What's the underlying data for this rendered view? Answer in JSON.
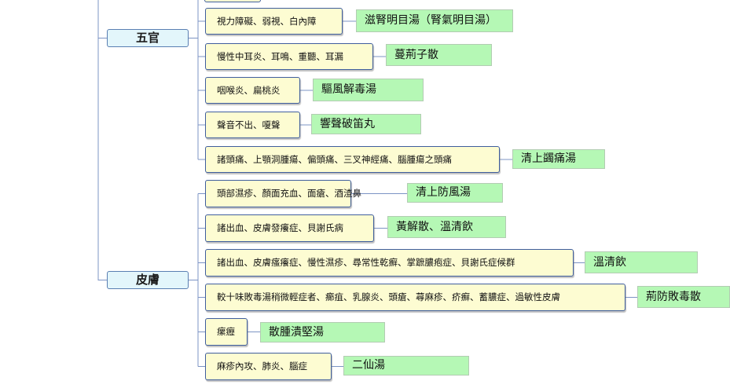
{
  "categories": [
    {
      "label": "五官",
      "branches": [
        {
          "symptom": "視力障礙、弱視、白內障",
          "formula": "滋腎明目湯（腎氣明目湯）"
        },
        {
          "symptom": "慢性中耳炎、耳鳴、重聽、耳漏",
          "formula": "蔓荊子散"
        },
        {
          "symptom": "咽喉炎、扁桃炎",
          "formula": "驅風解毒湯"
        },
        {
          "symptom": "聲音不出、嗄聲",
          "formula": "響聲破笛丸"
        },
        {
          "symptom": "諸頭痛、上顎洞腫瘍、偏頭痛、三叉神經痛、腦腫瘍之頭痛",
          "formula": "清上蠲痛湯"
        }
      ]
    },
    {
      "label": "皮膚",
      "branches": [
        {
          "symptom": "頭部濕疹、顏面充血、面瘡、酒渣鼻",
          "formula": "清上防風湯"
        },
        {
          "symptom": "諸出血、皮膚發癢症、貝謝氏病",
          "formula": "黃解散、溫清飲"
        },
        {
          "symptom": "諸出血、皮膚瘙癢症、慢性濕疹、尋常性乾癬、掌蹠膿疱症、貝謝氏症候群",
          "formula": "溫清飲"
        },
        {
          "symptom": "較十味敗毒湯稍微輕症者、癤疽、乳腺炎、頭瘡、蕁麻疹、疥癬、蓄膿症、過敏性皮膚",
          "formula": "荊防敗毒散"
        },
        {
          "symptom": "瘰癧",
          "formula": "散腫潰堅湯"
        },
        {
          "symptom": "麻疹內攻、肺炎、腦症",
          "formula": "二仙湯"
        }
      ]
    }
  ]
}
